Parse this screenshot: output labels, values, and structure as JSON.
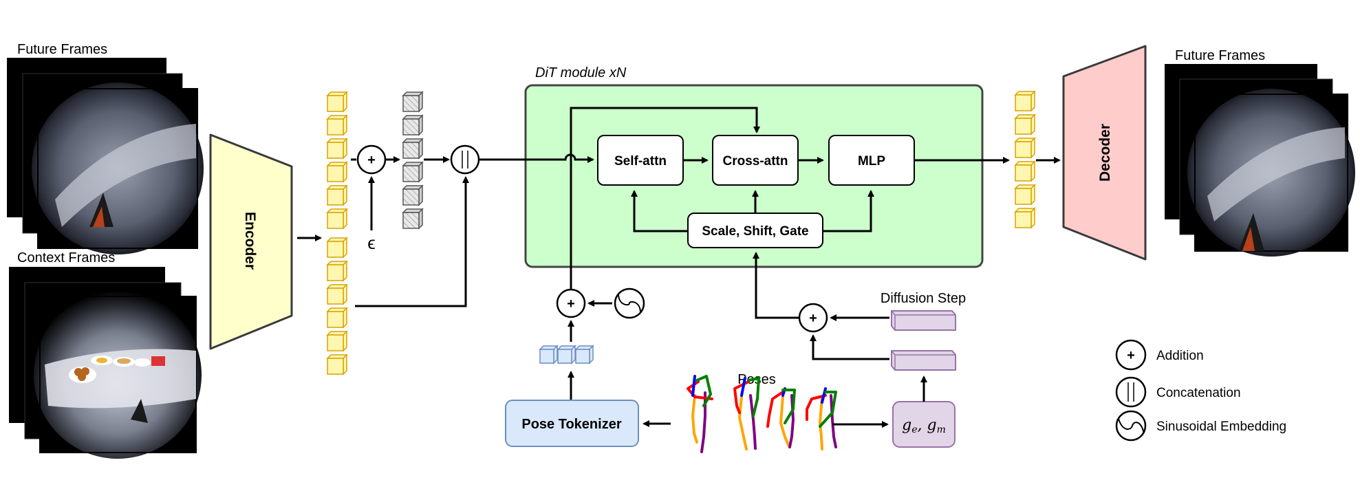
{
  "labels": {
    "future_frames_in": "Future Frames",
    "context_frames": "Context Frames",
    "future_frames_out": "Future Frames",
    "encoder": "Encoder",
    "decoder": "Decoder",
    "epsilon": "ϵ",
    "dit_title": "DiT module xN",
    "self_attn": "Self-attn",
    "cross_attn": "Cross-attn",
    "mlp": "MLP",
    "scale_shift_gate": "Scale, Shift, Gate",
    "diffusion_step": "Diffusion Step",
    "poses": "Poses",
    "pose_tokenizer": "Pose Tokenizer",
    "ge_gm": "g_e, g_m",
    "add_symbol": "+",
    "concat_symbol": "||"
  },
  "legend": [
    {
      "icon": "addition-icon",
      "label": "Addition"
    },
    {
      "icon": "concatenation-icon",
      "label": "Concatenation"
    },
    {
      "icon": "sinusoidal-embedding-icon",
      "label": "Sinusoidal Embedding"
    }
  ],
  "colors": {
    "encoder_fill": "#FFFFCC",
    "decoder_fill": "#FFCCCC",
    "dit_fill": "#CCFFCC",
    "latent_fill": "#FFF6B0",
    "latent_stroke": "#D6A300",
    "noisy_fill": "#E8E8E8",
    "pose_token_fill": "#DAE8FC",
    "pose_token_stroke": "#6C8EBF",
    "purple_fill": "#E1D5E7",
    "purple_stroke": "#9673A6",
    "frame_bg": "#000000"
  },
  "counts": {
    "input_latents": 12,
    "noisy_latents": 6,
    "output_latents": 6,
    "pose_tokens": 3,
    "pose_skeletons": 4,
    "frames_per_stack": 3
  }
}
